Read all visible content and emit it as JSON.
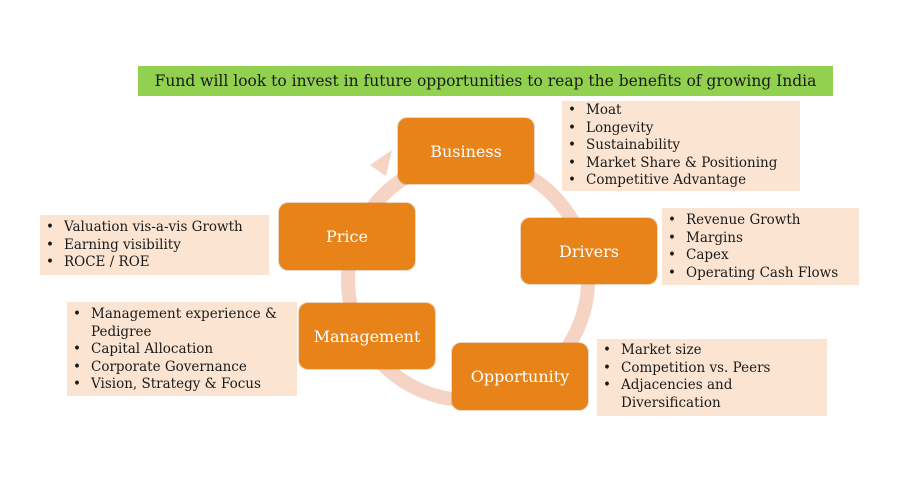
{
  "banner": {
    "text": "Fund will look to invest in future opportunities to reap the benefits of growing India",
    "bg": "#92d050"
  },
  "colors": {
    "node": "#e8831a",
    "note_bg": "#fbe5d2",
    "ring": "#f5d4c4"
  },
  "nodes": {
    "business": "Business",
    "drivers": "Drivers",
    "opportunity": "Opportunity",
    "management": "Management",
    "price": "Price"
  },
  "notes": {
    "business": [
      "Moat",
      "Longevity",
      "Sustainability",
      "Market Share & Positioning",
      "Competitive Advantage"
    ],
    "drivers": [
      "Revenue Growth",
      "Margins",
      "Capex",
      "Operating Cash Flows"
    ],
    "opportunity": [
      "Market size",
      "Competition vs. Peers",
      "Adjacencies and Diversification"
    ],
    "management": [
      "Management experience & Pedigree",
      "Capital Allocation",
      "Corporate Governance",
      "Vision, Strategy & Focus"
    ],
    "price": [
      "Valuation vis-a-vis Growth",
      "Earning visibility",
      "ROCE / ROE"
    ]
  }
}
